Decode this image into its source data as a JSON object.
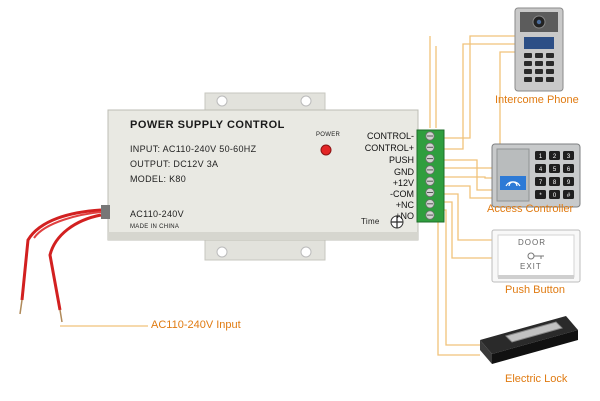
{
  "power_supply": {
    "title": "POWER SUPPLY CONTROL",
    "input_spec": "INPUT: AC110-240V  50-60HZ",
    "output_spec": "OUTPUT: DC12V  3A",
    "model": "MODEL:  K80",
    "ac_rating": "AC110-240V",
    "origin": "MADE IN CHINA",
    "power_indicator": "POWER",
    "time_label": "Time"
  },
  "terminals": [
    "CONTROL-",
    "CONTROL+",
    "PUSH",
    "GND",
    "+12V",
    "-COM",
    "+NC",
    "+NO"
  ],
  "devices": {
    "intercom": "Intercome Phone",
    "access": "Access Controller",
    "push": "Push Button",
    "lock": "Electric Lock"
  },
  "keypad": [
    "1",
    "2",
    "3",
    "4",
    "5",
    "6",
    "7",
    "8",
    "9",
    "*",
    "0",
    "#"
  ],
  "exit_button": {
    "top": "DOOR",
    "bottom": "EXIT"
  },
  "mains_input_label": "AC110-240V Input",
  "colors": {
    "wire": "#f0c27a",
    "mains_wire": "#d22020",
    "label": "#e07b12",
    "terminal_block": "#2f9e3e"
  }
}
